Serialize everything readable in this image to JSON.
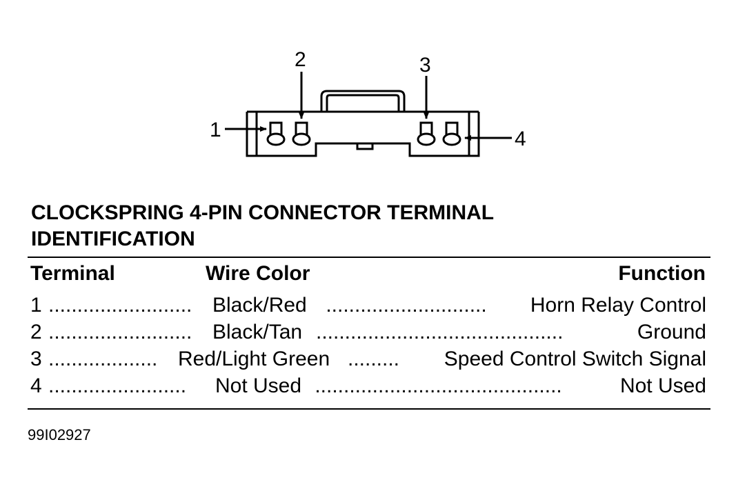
{
  "diagram": {
    "pin_labels": [
      "1",
      "2",
      "3",
      "4"
    ]
  },
  "title_lines": [
    "CLOCKSPRING 4-PIN CONNECTOR TERMINAL",
    "IDENTIFICATION"
  ],
  "table": {
    "headers": {
      "terminal": "Terminal",
      "wire_color": "Wire Color",
      "function": "Function"
    },
    "rows": [
      {
        "terminal": "1",
        "dots1": ".........................",
        "wire": "Black/Red",
        "dots2": " ............................",
        "function": "Horn Relay Control"
      },
      {
        "terminal": "2",
        "dots1": ".........................",
        "wire": "Black/Tan",
        "dots2": "...........................................",
        "function": "Ground"
      },
      {
        "terminal": "3",
        "dots1": "...................",
        "wire": "Red/Light Green",
        "dots2": ".........",
        "function": " Speed Control Switch Signal"
      },
      {
        "terminal": "4",
        "dots1": "........................ ",
        "wire": "Not Used",
        "dots2": " ...........................................",
        "function": "Not Used"
      }
    ]
  },
  "figure_id": "99I02927"
}
